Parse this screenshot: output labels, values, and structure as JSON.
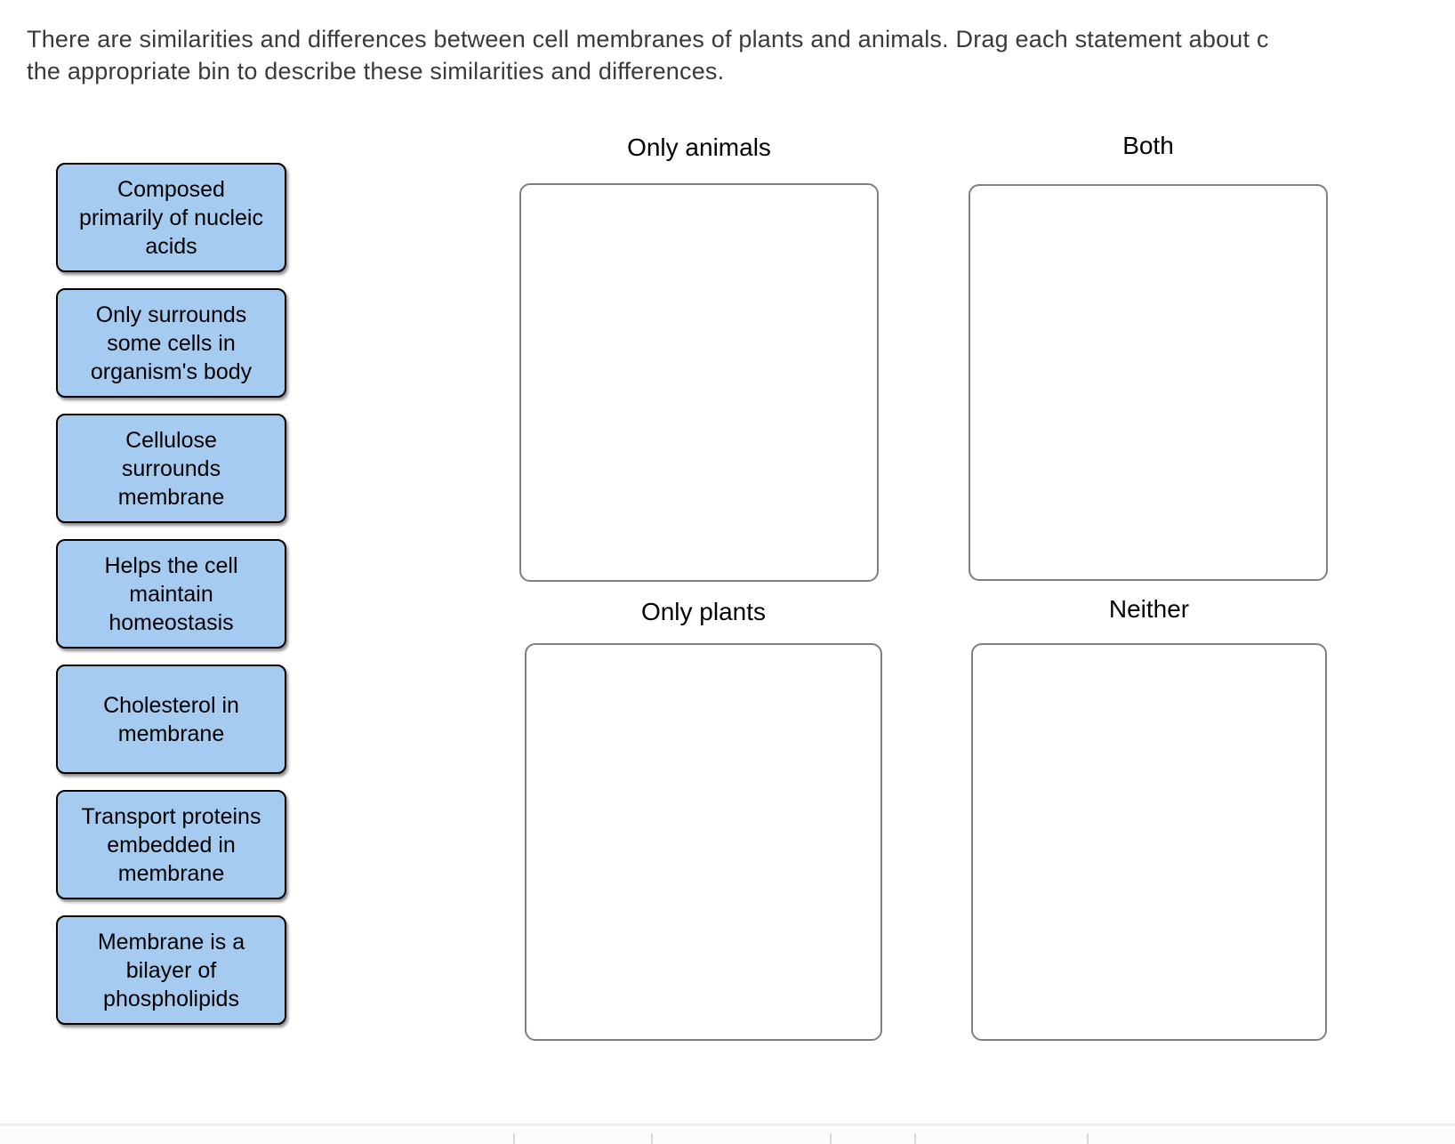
{
  "instructions": {
    "line1": "There are similarities and differences between cell membranes of plants and animals. Drag each statement about c",
    "line2": "the appropriate bin to describe these similarities and differences."
  },
  "chips": [
    {
      "label": "Composed primarily of nucleic acids"
    },
    {
      "label": "Only surrounds some cells in organism's body"
    },
    {
      "label": "Cellulose surrounds membrane"
    },
    {
      "label": "Helps the cell maintain homeostasis"
    },
    {
      "label": "Cholesterol in membrane"
    },
    {
      "label": "Transport proteins embedded in membrane"
    },
    {
      "label": "Membrane is a bilayer of phospholipids"
    }
  ],
  "bins": [
    {
      "label": "Only animals"
    },
    {
      "label": "Both"
    },
    {
      "label": "Only plants"
    },
    {
      "label": "Neither"
    }
  ],
  "colors": {
    "chip_fill": "#a6cbf0",
    "chip_border": "#000000",
    "bin_border": "#808080",
    "instructions_text": "#3a3a3a"
  }
}
